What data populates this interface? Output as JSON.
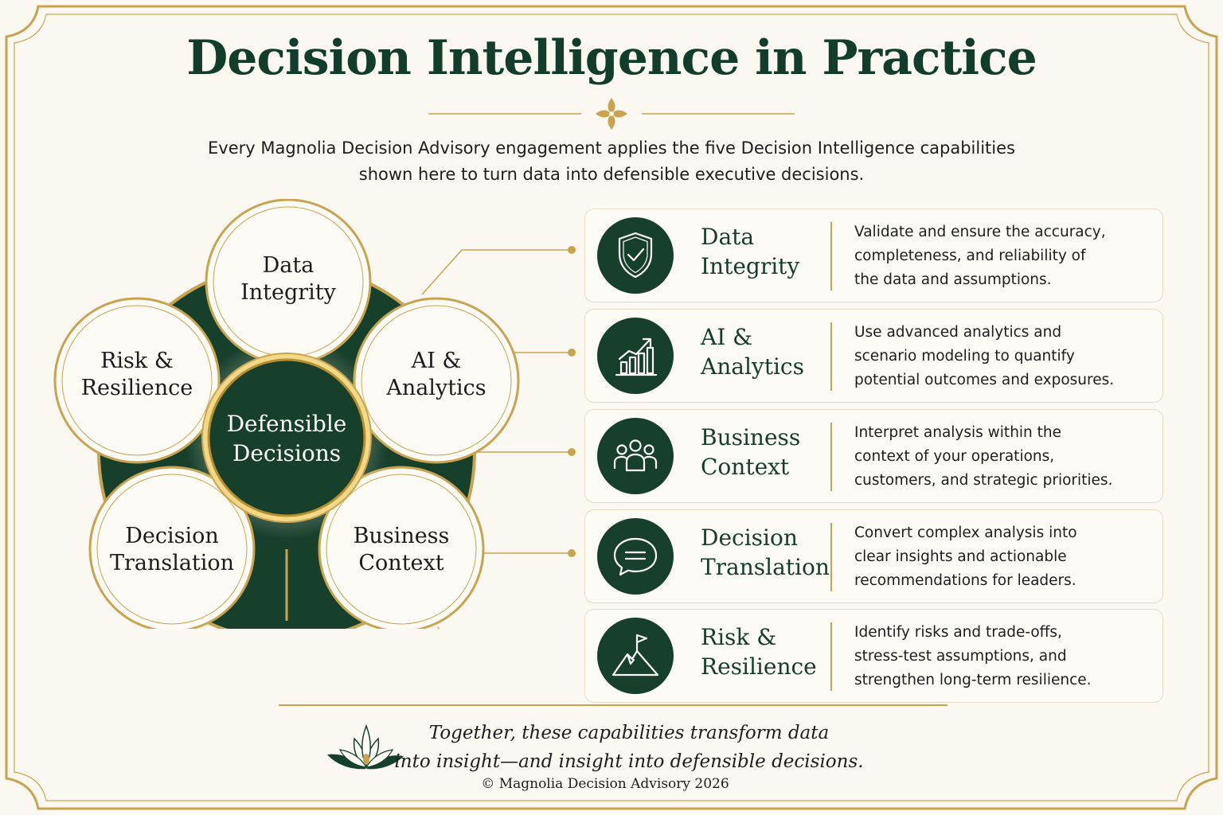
{
  "title": "Decision Intelligence in Practice",
  "subtitle_line1": "Every Magnolia Decision Advisory engagement applies the five Decision Intelligence capabilities",
  "subtitle_line2": "shown here to turn data into defensible executive decisions.",
  "diagram": {
    "center": [
      "Defensible",
      "Decisions"
    ],
    "petals": {
      "data_integrity": [
        "Data",
        "Integrity"
      ],
      "ai_analytics": [
        "AI &",
        "Analytics"
      ],
      "business_context": [
        "Business",
        "Context"
      ],
      "decision_translation": [
        "Decision",
        "Translation"
      ],
      "risk_resilience": [
        "Risk &",
        "Resilience"
      ]
    }
  },
  "capabilities": [
    {
      "icon": "shield-check-icon",
      "title": [
        "Data",
        "Integrity"
      ],
      "desc": [
        "Validate and ensure the accuracy,",
        "completeness, and reliability of",
        "the data and assumptions."
      ]
    },
    {
      "icon": "bar-chart-trend-icon",
      "title": [
        "AI &",
        "Analytics"
      ],
      "desc": [
        "Use advanced analytics and",
        "scenario modeling to quantify",
        "potential outcomes and exposures."
      ]
    },
    {
      "icon": "people-group-icon",
      "title": [
        "Business",
        "Context"
      ],
      "desc": [
        "Interpret analysis within the",
        "context of your operations,",
        "customers, and strategic priorities."
      ]
    },
    {
      "icon": "speech-bubble-icon",
      "title": [
        "Decision",
        "Translation"
      ],
      "desc": [
        "Convert complex analysis into",
        "clear insights and actionable",
        "recommendations for leaders."
      ]
    },
    {
      "icon": "mountain-flag-icon",
      "title": [
        "Risk &",
        "Resilience"
      ],
      "desc": [
        "Identify risks and trade-offs,",
        "stress-test assumptions, and",
        "strengthen long-term resilience."
      ]
    }
  ],
  "tagline_line1": "Together, these capabilities transform data",
  "tagline_line2": "into insight—and insight into defensible decisions.",
  "copyright": "© Magnolia Decision Advisory 2026",
  "colors": {
    "green": "#163f2c",
    "gold": "#c9a450",
    "background": "#fbf8f1"
  }
}
